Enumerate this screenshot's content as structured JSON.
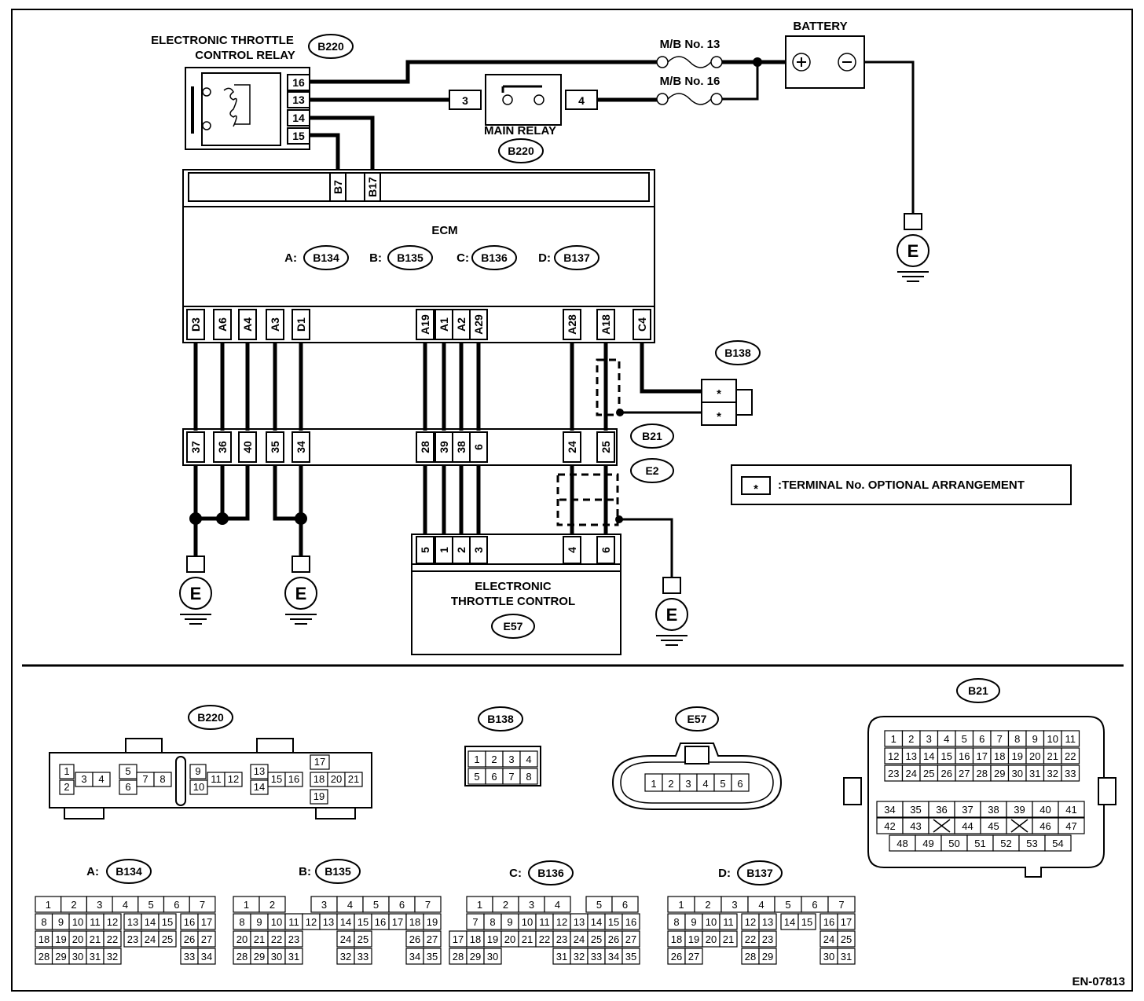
{
  "diagram_code": "EN-07813",
  "labels": {
    "etc_relay": [
      "ELECTRONIC THROTTLE",
      "CONTROL RELAY"
    ],
    "battery": "BATTERY",
    "mb13": "M/B No. 13",
    "mb16": "M/B No. 16",
    "main_relay": "MAIN RELAY",
    "ecm": "ECM",
    "etc": [
      "ELECTRONIC",
      "THROTTLE CONTROL"
    ],
    "legend": ":TERMINAL No. OPTIONAL ARRANGEMENT",
    "legend_symbol": "*",
    "ground": "E"
  },
  "connectors": {
    "relay": "B220",
    "main_relay": "B220",
    "ecm_a": "B134",
    "ecm_b": "B135",
    "ecm_c": "B136",
    "ecm_d": "B137",
    "sensor": "B138",
    "b21": "B21",
    "e2": "E2",
    "etc": "E57"
  },
  "ecm_prefixes": [
    "A:",
    "B:",
    "C:",
    "D:"
  ],
  "relay_pins": [
    "16",
    "13",
    "14",
    "15"
  ],
  "main_relay_pins": [
    "3",
    "4"
  ],
  "ecm_top_pins": [
    "B7",
    "B17"
  ],
  "ecm_bottom_pins": [
    "D3",
    "A6",
    "A4",
    "A3",
    "D1",
    "A19",
    "A1",
    "A2",
    "A29",
    "A28",
    "A18",
    "C4"
  ],
  "b21_pins": [
    "37",
    "36",
    "40",
    "35",
    "34",
    "28",
    "39",
    "38",
    "6",
    "24",
    "25"
  ],
  "etc_pins": [
    "5",
    "1",
    "2",
    "3",
    "4",
    "6"
  ],
  "sensor_pins": [
    "*",
    "*"
  ],
  "face_b220": [
    "1",
    "2",
    "3",
    "4",
    "5",
    "6",
    "7",
    "8",
    "9",
    "10",
    "11",
    "12",
    "13",
    "14",
    "15",
    "16",
    "17",
    "18",
    "20",
    "21",
    "19"
  ],
  "face_b138": [
    "1",
    "2",
    "3",
    "4",
    "5",
    "6",
    "7",
    "8"
  ],
  "face_e57": [
    "1",
    "2",
    "3",
    "4",
    "5",
    "6"
  ],
  "face_b21": [
    [
      "1",
      "2",
      "3",
      "4",
      "5",
      "6",
      "7",
      "8",
      "9",
      "10",
      "11"
    ],
    [
      "12",
      "13",
      "14",
      "15",
      "16",
      "17",
      "18",
      "19",
      "20",
      "21",
      "22"
    ],
    [
      "23",
      "24",
      "25",
      "26",
      "27",
      "28",
      "29",
      "30",
      "31",
      "32",
      "33"
    ],
    [
      "34",
      "35",
      "36",
      "37",
      "38",
      "39",
      "40",
      "41"
    ],
    [
      "42",
      "43",
      "",
      "44",
      "45",
      "",
      "46",
      "47"
    ],
    [
      "48",
      "49",
      "50",
      "51",
      "52",
      "53",
      "54"
    ]
  ],
  "face_b134": [
    [
      "1",
      "",
      "2",
      "",
      "3",
      "",
      "4",
      "",
      "5",
      "",
      "6",
      "",
      "7"
    ],
    [
      "8",
      "9",
      "10",
      "11",
      "12",
      "13",
      "14",
      "15",
      "16",
      "17"
    ],
    [
      "18",
      "19",
      "20",
      "21",
      "22",
      "23",
      "24",
      "25",
      "26",
      "27"
    ],
    [
      "28",
      "29",
      "30",
      "31",
      "32",
      "33",
      "34"
    ]
  ],
  "face_b135": [
    [
      "1",
      "2",
      "3",
      "4",
      "5",
      "6",
      "7"
    ],
    [
      "8",
      "9",
      "10",
      "11",
      "12",
      "13",
      "14",
      "15",
      "16",
      "17",
      "18",
      "19"
    ],
    [
      "20",
      "21",
      "22",
      "23",
      "24",
      "25",
      "26",
      "27"
    ],
    [
      "28",
      "29",
      "30",
      "31",
      "32",
      "33",
      "34",
      "35"
    ]
  ],
  "face_b136": [
    [
      "1",
      "2",
      "3",
      "4",
      "5",
      "6"
    ],
    [
      "7",
      "8",
      "9",
      "10",
      "11",
      "12",
      "13",
      "14",
      "15",
      "16"
    ],
    [
      "17",
      "18",
      "19",
      "20",
      "21",
      "22",
      "23",
      "24",
      "25",
      "26",
      "27"
    ],
    [
      "28",
      "29",
      "30",
      "31",
      "32",
      "33",
      "34",
      "35"
    ]
  ],
  "face_b137": [
    [
      "1",
      "2",
      "3",
      "4",
      "5",
      "6",
      "7"
    ],
    [
      "8",
      "9",
      "10",
      "11",
      "12",
      "13",
      "14",
      "15",
      "16",
      "17"
    ],
    [
      "18",
      "19",
      "20",
      "21",
      "22",
      "23",
      "24",
      "25"
    ],
    [
      "26",
      "27",
      "28",
      "29",
      "30",
      "31"
    ]
  ]
}
